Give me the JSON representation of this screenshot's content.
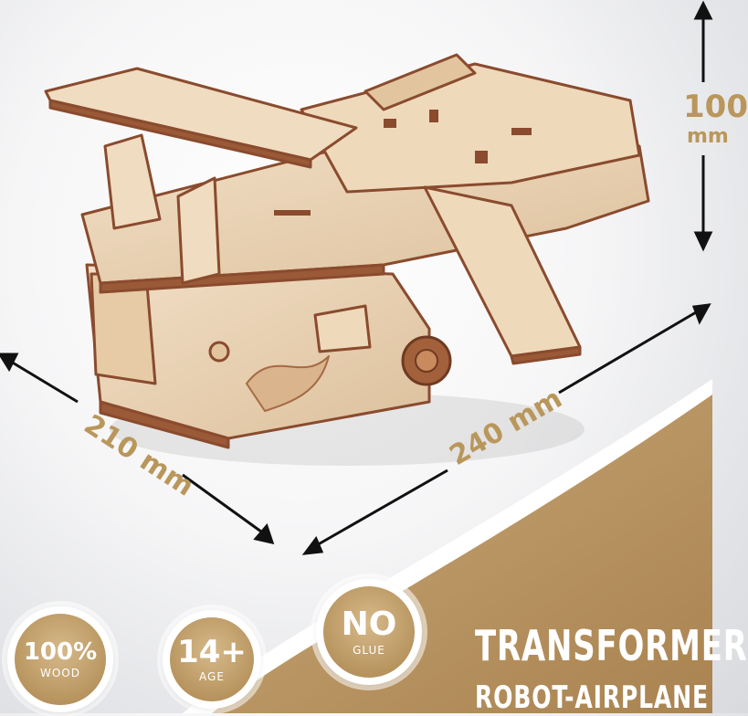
{
  "dimensions": {
    "height_value": "100",
    "height_unit": "mm",
    "depth_label": "210 mm",
    "width_label": "240 mm"
  },
  "badges": [
    {
      "main": "100%",
      "sub": "WOOD"
    },
    {
      "main": "14+",
      "sub": "AGE"
    },
    {
      "main": "NO",
      "sub": "GLUE"
    }
  ],
  "title": {
    "line1": "TRANSFORMER",
    "line2": "ROBOT-AIRPLANE"
  },
  "colors": {
    "gold": "#b9975b",
    "wood_light": "#e9d2b4",
    "wood_edge": "#8a4b2e"
  }
}
